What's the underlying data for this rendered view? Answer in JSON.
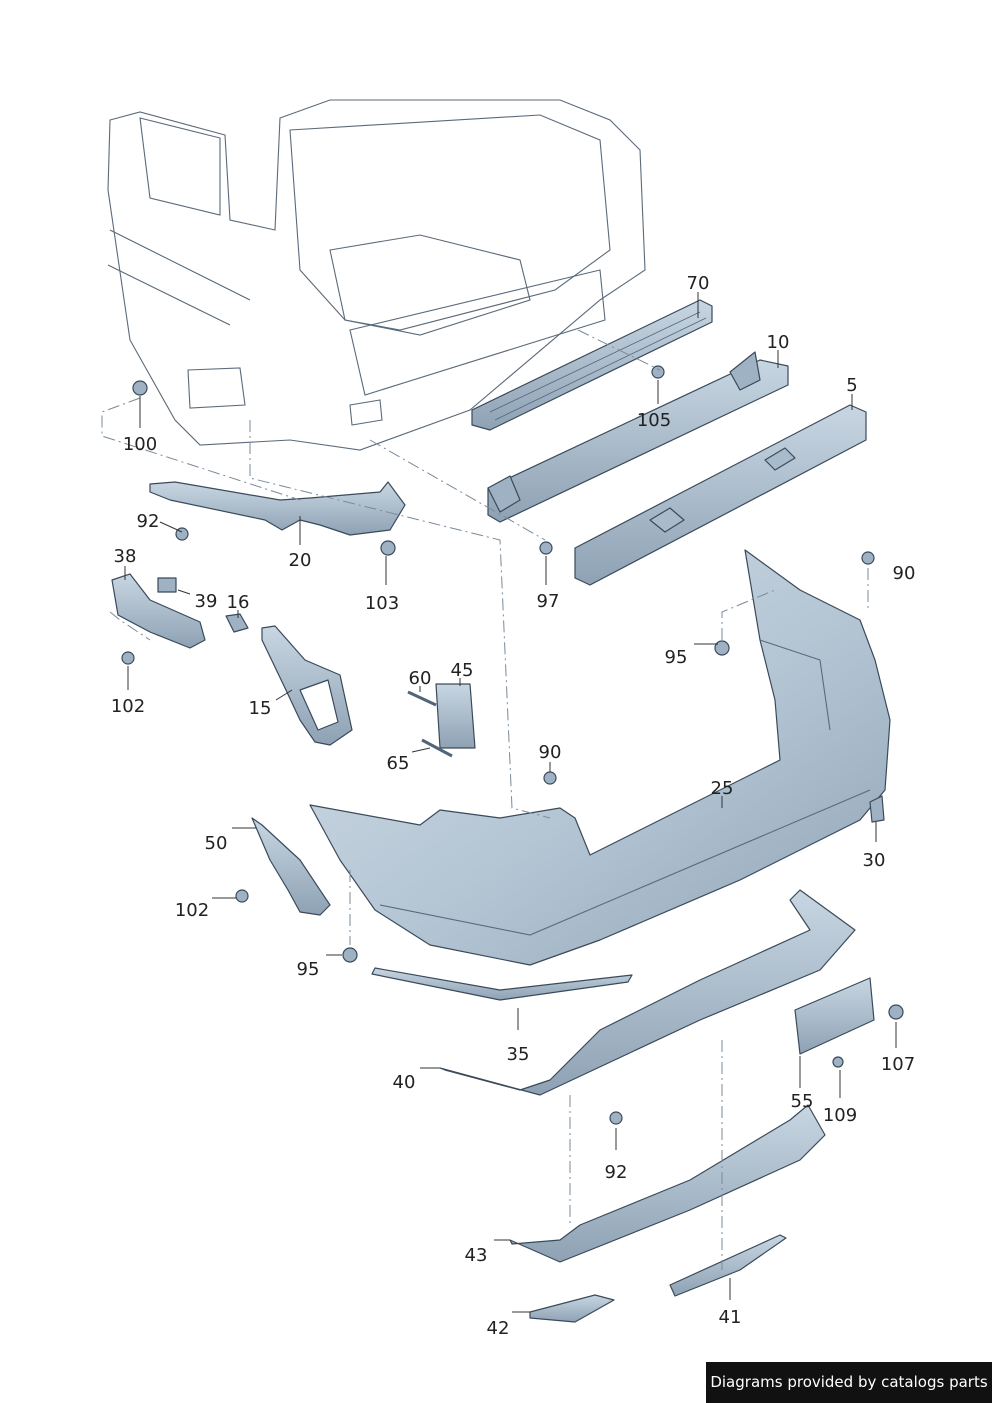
{
  "credit": "Diagrams provided by catalogs parts",
  "colors": {
    "part_fill": "#b6c6d4",
    "part_dark": "#8ea2b4",
    "body_fill": "#e4ebf1"
  },
  "labels": {
    "p70": "70",
    "p10": "10",
    "p5": "5",
    "p105": "105",
    "p100": "100",
    "p92a": "92",
    "p20": "20",
    "p103": "103",
    "p97": "97",
    "p90a": "90",
    "p38": "38",
    "p39": "39",
    "p16": "16",
    "p95a": "95",
    "p102a": "102",
    "p15": "15",
    "p60": "60",
    "p45": "45",
    "p65": "65",
    "p90b": "90",
    "p25": "25",
    "p30": "30",
    "p50": "50",
    "p102b": "102",
    "p95b": "95",
    "p35": "35",
    "p40": "40",
    "p107": "107",
    "p55": "55",
    "p109": "109",
    "p92b": "92",
    "p43": "43",
    "p41": "41",
    "p42": "42"
  }
}
